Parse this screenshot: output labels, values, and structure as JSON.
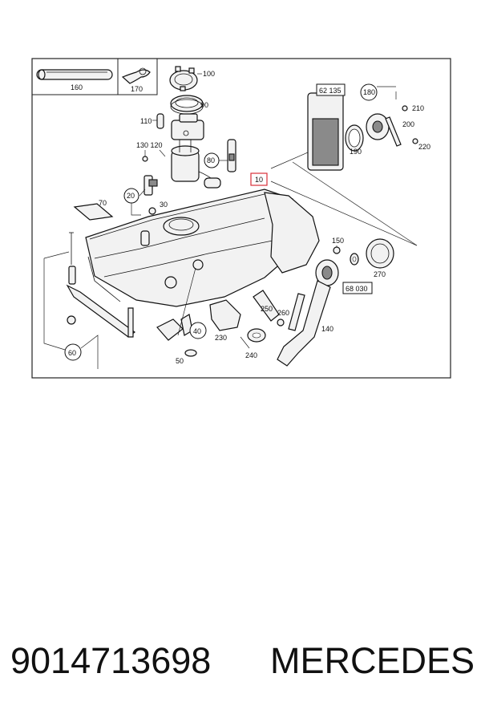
{
  "diagram": {
    "callouts": {
      "p160": "160",
      "p170": "170",
      "p100": "100",
      "p90": "90",
      "p110": "110",
      "p130_120": "130 120",
      "p80": "80",
      "p10": "10",
      "p70": "70",
      "p20": "20",
      "p30": "30",
      "p62135": "62 135",
      "p180": "180",
      "p210": "210",
      "p200": "200",
      "p190": "190",
      "p220": "220",
      "p150": "150",
      "p68030": "68 030",
      "p270": "270",
      "p60": "60",
      "p40": "40",
      "p230": "230",
      "p50": "50",
      "p250": "250",
      "p260": "260",
      "p240": "240",
      "p140": "140"
    },
    "highlight_color": "#d9303a"
  },
  "caption": {
    "part_number": "9014713698",
    "brand": "MERCEDES"
  }
}
